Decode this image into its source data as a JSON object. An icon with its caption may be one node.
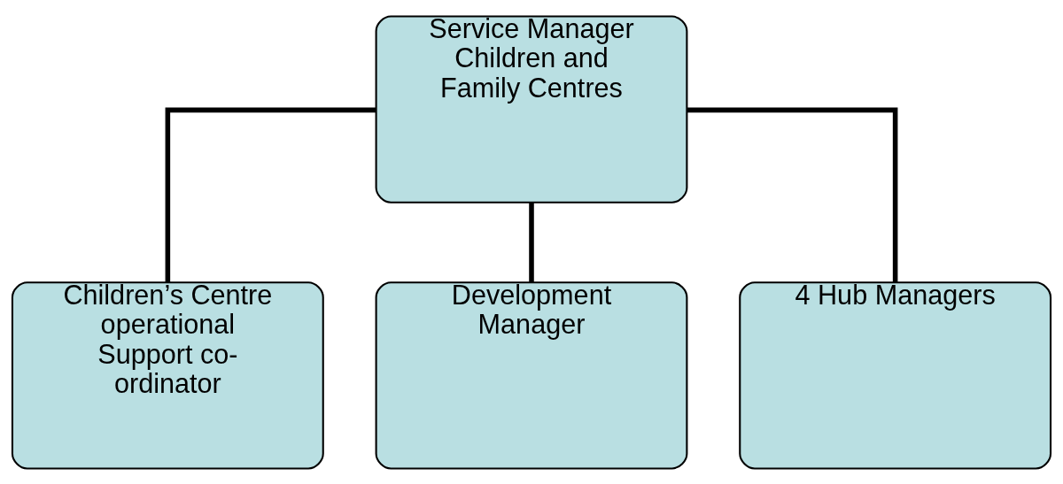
{
  "diagram": {
    "nodes": [
      {
        "text": [
          "Service Manager Children and Family Centres"
        ]
      },
      {
        "text": [
          "Children’s Centre operational Support co-ordinator"
        ]
      },
      {
        "text": [
          "Development Manager"
        ]
      },
      {
        "text": [
          "4 Hub Managers"
        ]
      }
    ],
    "edges": [
      {
        "from": 0,
        "to": 1,
        "arrow": "none"
      },
      {
        "from": 0,
        "to": 2,
        "arrow": "none"
      },
      {
        "from": 0,
        "to": 3,
        "arrow": "none"
      }
    ]
  }
}
